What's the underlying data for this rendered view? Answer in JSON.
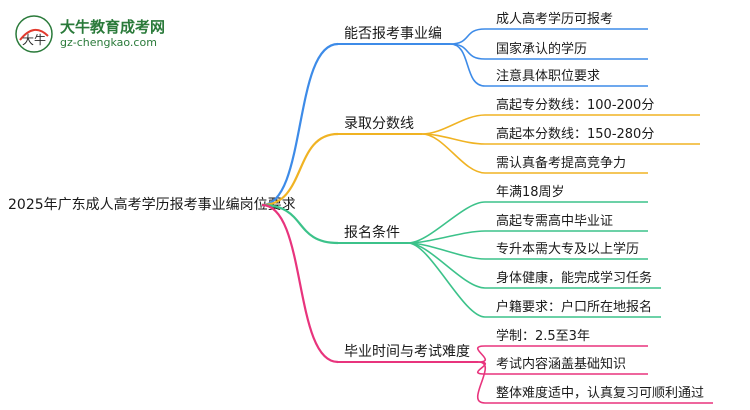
{
  "logo": {
    "name": "大牛教育成考网",
    "url": "gz-chengkao.com",
    "mark_text": "大牛",
    "color": "#2a7a3a"
  },
  "root": {
    "label": "2025年广东成人高考学历报考事业编岗位要求"
  },
  "branches": [
    {
      "label": "能否报考事业编",
      "color": "#3d8be8",
      "children": [
        "成人高考学历可报考",
        "国家承认的学历",
        "注意具体职位要求"
      ]
    },
    {
      "label": "录取分数线",
      "color": "#f0b323",
      "children": [
        "高起专分数线：100-200分",
        "高起本分数线：150-280分",
        "需认真备考提高竞争力"
      ]
    },
    {
      "label": "报名条件",
      "color": "#3cc28a",
      "children": [
        "年满18周岁",
        "高起专需高中毕业证",
        "专升本需大专及以上学历",
        "身体健康，能完成学习任务",
        "户籍要求：户口所在地报名"
      ]
    },
    {
      "label": "毕业时间与考试难度",
      "color": "#e8347d",
      "children": [
        "学制：2.5至3年",
        "考试内容涵盖基础知识",
        "整体难度适中，认真复习可顺利通过"
      ]
    }
  ]
}
